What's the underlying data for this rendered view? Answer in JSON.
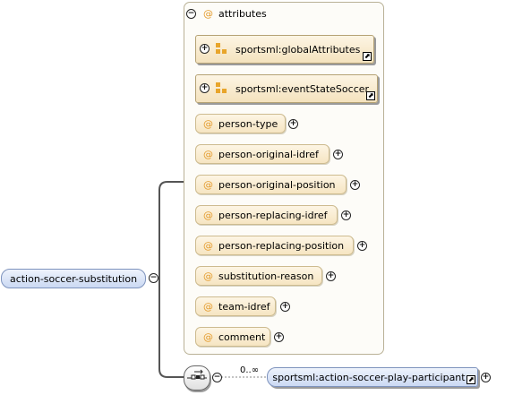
{
  "root_element": {
    "label": "action-soccer-substitution",
    "toggle": "−"
  },
  "attributes_group": {
    "header_toggle": "−",
    "at_symbol": "@",
    "header_label": "attributes",
    "refs": [
      {
        "label": "sportsml:globalAttributes",
        "toggle": "+",
        "link": "⬈"
      },
      {
        "label": "sportsml:eventStateSoccer",
        "toggle": "+",
        "link": "⬈"
      }
    ],
    "items": [
      {
        "label": "person-type",
        "toggle": "+"
      },
      {
        "label": "person-original-idref",
        "toggle": "+"
      },
      {
        "label": "person-original-position",
        "toggle": "+"
      },
      {
        "label": "person-replacing-idref",
        "toggle": "+"
      },
      {
        "label": "person-replacing-position",
        "toggle": "+"
      },
      {
        "label": "substitution-reason",
        "toggle": "+"
      },
      {
        "label": "team-idref",
        "toggle": "+"
      },
      {
        "label": "comment",
        "toggle": "+"
      }
    ]
  },
  "sequence": {
    "toggle": "−",
    "occurrence": "0..∞",
    "child_element": {
      "label": "sportsml:action-soccer-play-participant",
      "toggle": "+",
      "link": "⬈"
    }
  },
  "colors": {
    "attribute_fill": "#f6e5c2",
    "element_fill": "#cbd9f3",
    "at_symbol": "#e49b2c",
    "connector": "#555555"
  }
}
